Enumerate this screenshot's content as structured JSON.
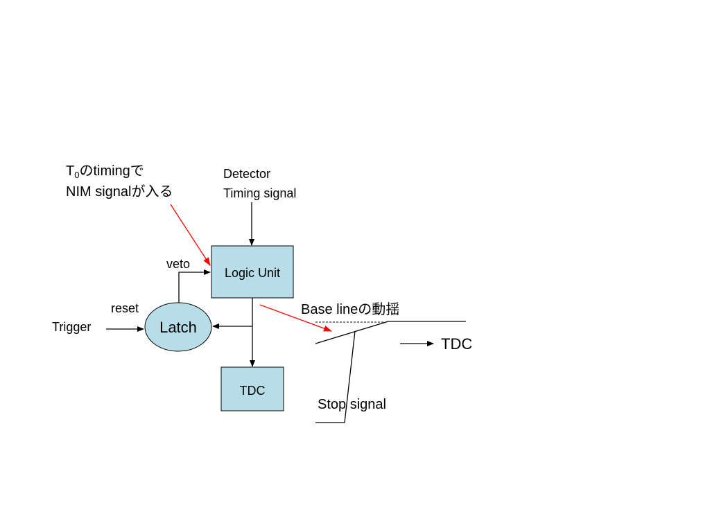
{
  "annotation_t0": {
    "t": "T",
    "sub": "0",
    "rest": "のtimingで",
    "line2": "NIM signalが入る"
  },
  "detector": {
    "line1": "Detector",
    "line2": "Timing signal"
  },
  "logic_unit": "Logic Unit",
  "veto": "veto",
  "reset": "reset",
  "trigger": "Trigger",
  "latch": "Latch",
  "tdc_box": "TDC",
  "baseline": "Base lineの動揺",
  "stop_signal": "Stop signal",
  "tdc_output": "TDC",
  "colors": {
    "box_fill": "#b7dee8",
    "highlight_arrow": "#ff0000"
  }
}
